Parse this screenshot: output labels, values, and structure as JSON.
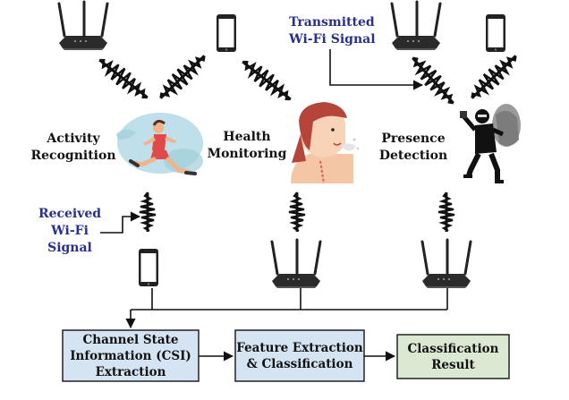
{
  "labels": {
    "transmitted": [
      "Transmitted",
      "Wi-Fi Signal"
    ],
    "received": [
      "Received",
      "Wi-Fi",
      "Signal"
    ],
    "activity": [
      "Activity",
      "Recognition"
    ],
    "health": [
      "Health",
      "Monitoring"
    ],
    "presence": [
      "Presence",
      "Detection"
    ]
  },
  "pipeline": {
    "csi": [
      "Channel State",
      "Information (CSI)",
      "Extraction"
    ],
    "feature": [
      "Feature Extraction",
      "& Classification"
    ],
    "result": [
      "Classification",
      "Result"
    ]
  },
  "colors": {
    "label_blue": "#2a2f8f",
    "box_blue": "#d5e4f2",
    "box_green": "#dbe9d3",
    "wave": "#111111"
  },
  "icons": [
    "router-icon",
    "smartphone-icon",
    "runner-illustration",
    "coughing-person-illustration",
    "intruder-illustration",
    "signal-wave-icon"
  ]
}
